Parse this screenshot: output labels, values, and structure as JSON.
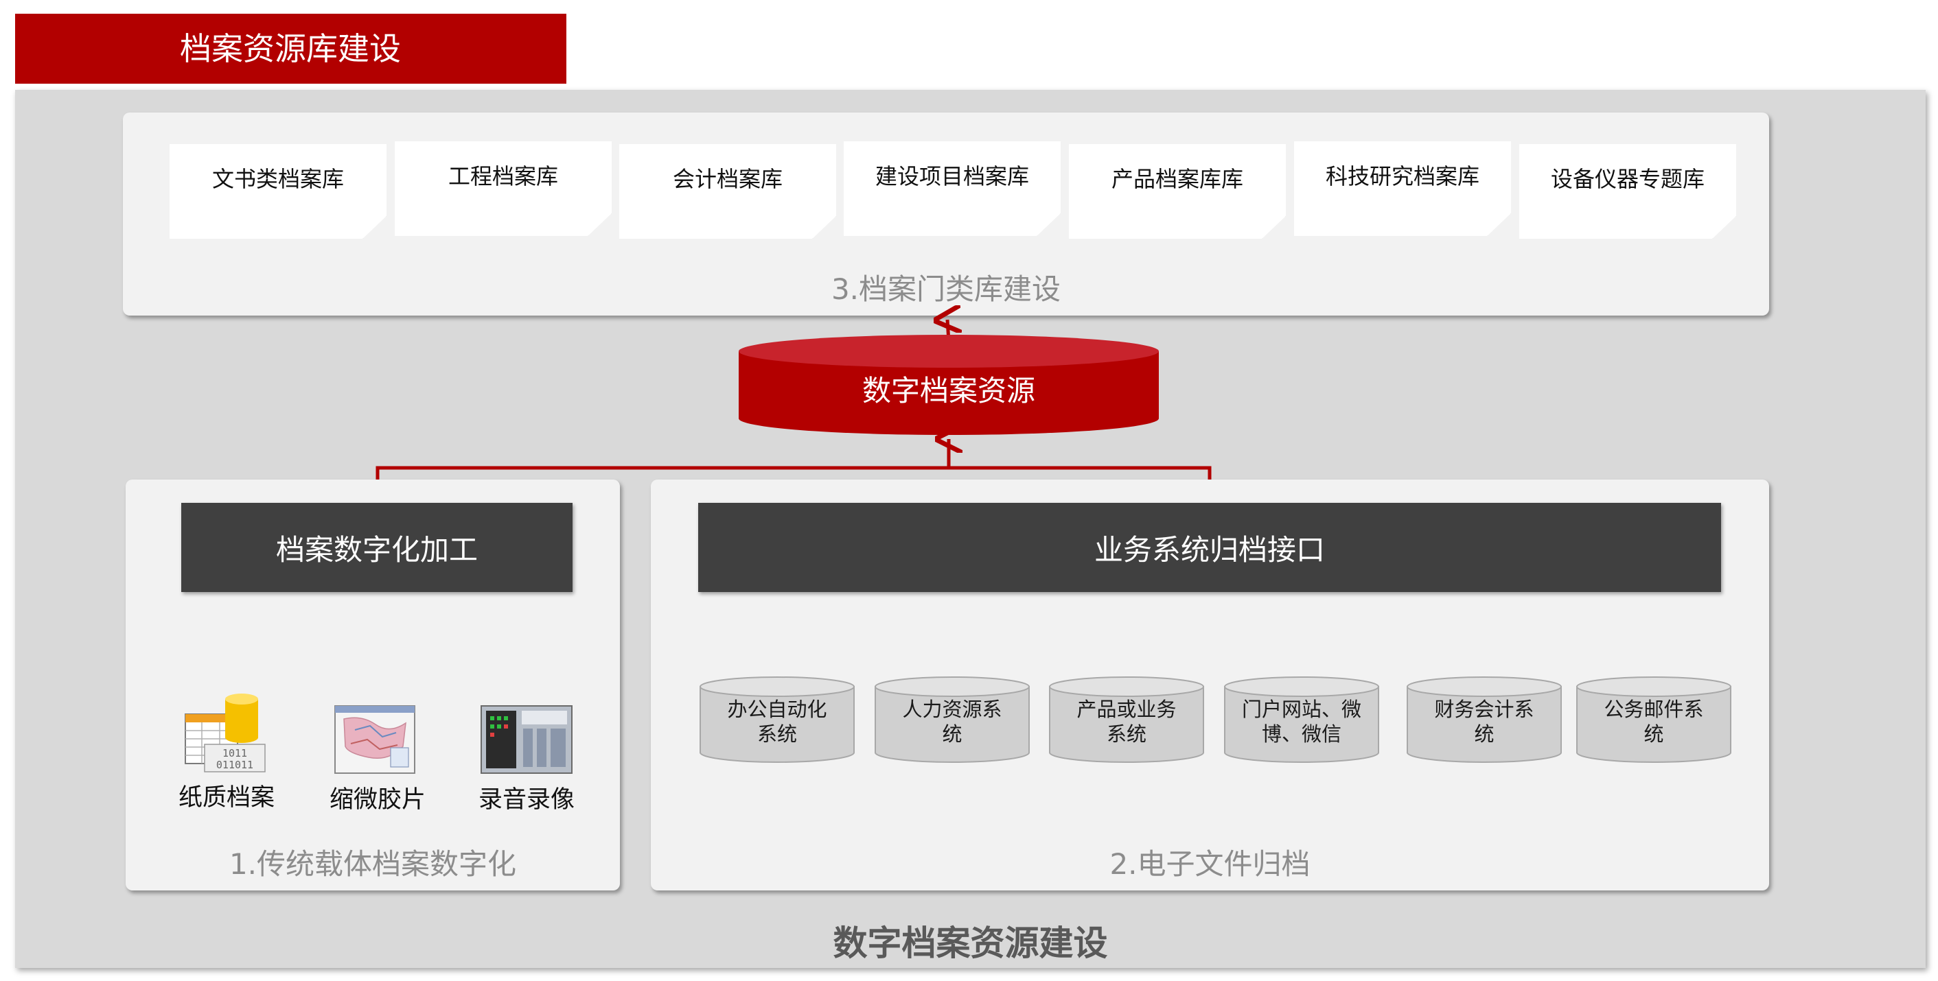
{
  "header": {
    "title": "档案资源库建设"
  },
  "top_panel": {
    "caption": "3.档案门类库建设",
    "libraries": [
      "文书类档案库",
      "工程档案库",
      "会计档案库",
      "建设项目档案库",
      "产品档案库库",
      "科技研究档案库",
      "设备仪器专题库"
    ]
  },
  "center": {
    "label": "数字档案资源"
  },
  "left_panel": {
    "caption": "1.传统载体档案数字化",
    "bar_label": "档案数字化加工",
    "items": [
      {
        "label": "纸质档案",
        "icon": "paper-archive-icon"
      },
      {
        "label": "缩微胶片",
        "icon": "microfilm-icon"
      },
      {
        "label": "录音录像",
        "icon": "audio-video-icon"
      }
    ]
  },
  "right_panel": {
    "caption": "2.电子文件归档",
    "bar_label": "业务系统归档接口",
    "systems": [
      {
        "line1": "办公自动化",
        "line2": "系统"
      },
      {
        "line1": "人力资源系",
        "line2": "统"
      },
      {
        "line1": "产品或业务",
        "line2": "系统"
      },
      {
        "line1": "门户网站、微",
        "line2": "博、微信"
      },
      {
        "line1": "财务会计系",
        "line2": "统"
      },
      {
        "line1": "公务邮件系",
        "line2": "统"
      }
    ]
  },
  "footer": {
    "title": "数字档案资源建设"
  },
  "colors": {
    "brand_red": "#b20000",
    "dark_bar": "#404040",
    "panel_bg": "#f2f2f2",
    "outer_bg": "#d9d9d9",
    "cylinder_gray": "#d0d0d0"
  }
}
